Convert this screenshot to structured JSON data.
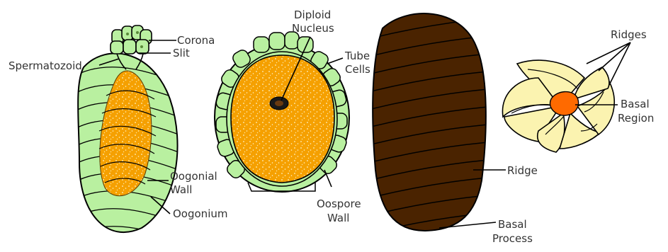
{
  "colors": {
    "green": "#b9f0a0",
    "green_dark": "#5a8a3a",
    "orange": "#f5a000",
    "brown": "#4a2300",
    "cream": "#fbf3b0",
    "basal": "#ff6a00"
  },
  "labels": {
    "corona": "Corona",
    "slit": "Slit",
    "spermatozoid": "Spermatozoid",
    "oogonial_wall_1": "Oogonial",
    "oogonial_wall_2": "Wall",
    "oogonium": "Oogonium",
    "diploid_1": "Diploid",
    "diploid_2": "Nucleus",
    "tube_1": "Tube",
    "tube_2": "Cells",
    "oospore_1": "Oospore",
    "oospore_2": "Wall",
    "ridge": "Ridge",
    "basal_proc_1": "Basal",
    "basal_proc_2": "Process",
    "ridges": "Ridges",
    "basal_region_1": "Basal",
    "basal_region_2": "Region"
  }
}
